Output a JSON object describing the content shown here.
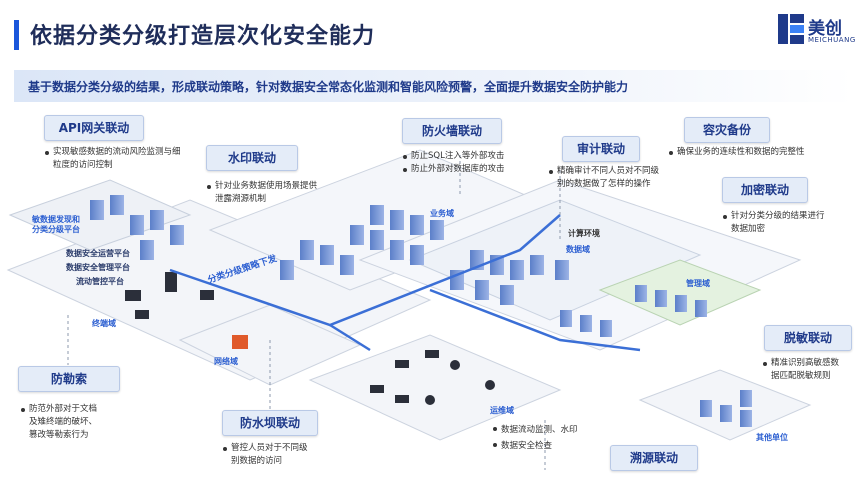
{
  "header": {
    "title": "依据分类分级打造层次化安全能力"
  },
  "logo": {
    "name": "美创",
    "sub": "MEICHUANG"
  },
  "banner": {
    "text": "基于数据分类分级的结果，形成联动策略，针对数据安全常态化监测和智能风险预警，全面提升数据安全防护能力"
  },
  "callouts": {
    "api": {
      "label": "API网关联动",
      "desc": [
        "实现敏感数据的流动风险监测与细",
        "粒度的访问控制"
      ]
    },
    "watermark": {
      "label": "水印联动",
      "desc": [
        "针对业务数据使用场景提供",
        "泄露溯源机制"
      ]
    },
    "firewall": {
      "label": "防火墙联动",
      "desc": [
        "防止SQL注入等外部攻击",
        "防止外部对数据库的攻击"
      ]
    },
    "audit": {
      "label": "审计联动",
      "desc": [
        "精确审计不同人员对不同级",
        "别的数据做了怎样的操作"
      ]
    },
    "backup": {
      "label": "容灾备份",
      "desc": [
        "确保业务的连续性和数据的完整性"
      ]
    },
    "encrypt": {
      "label": "加密联动",
      "desc": [
        "针对分类分级的结果进行",
        "数据加密"
      ]
    },
    "desense": {
      "label": "脱敏联动",
      "desc": [
        "精准识别高敏感数",
        "据匹配脱敏规则"
      ]
    },
    "ransom": {
      "label": "防勒索",
      "desc": [
        "防范外部对于文档",
        "及雉终端的破坏、",
        "篡改等勒索行为"
      ]
    },
    "dam": {
      "label": "防水坝联动",
      "desc": [
        "管控人员对于不同级",
        "别数据的访问"
      ]
    },
    "trace": {
      "label": "溯源联动",
      "desc": [
        "数据流动监测、水印",
        "数据安全检查"
      ]
    }
  },
  "labels": {
    "discovery": "敏数据发现和\n分类分级平台",
    "ops": "数据安全运营平台",
    "gov": "数据安全管理平台",
    "flow": "流动管控平台",
    "policy": "分类分级策略下发",
    "terminal": "终端域",
    "boundary": "网络域",
    "business": "业务域",
    "compute": "计算环境",
    "data": "数据域",
    "manage": "管理域",
    "maintain": "运维域",
    "external": "其他单位"
  },
  "colors": {
    "accent": "#1a56db",
    "callout_bg": "#e4ecf8",
    "policy_line": "#3b6fd6",
    "zone_green": "#e4f2e0"
  }
}
